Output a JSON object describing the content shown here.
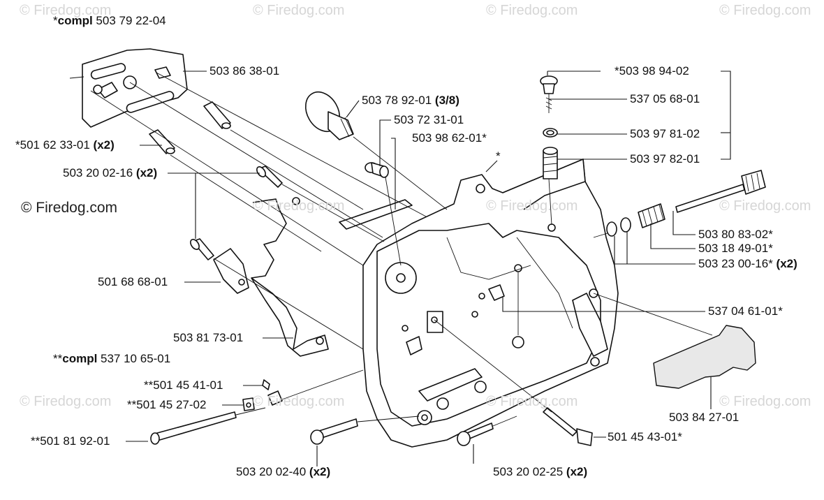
{
  "watermarks": {
    "faint": "© Firedog.com",
    "main": "© Firedog.com"
  },
  "labels": {
    "compl_assembly": {
      "prefix": "*",
      "bold": "compl",
      "number": " 503 79 22-04",
      "qty": ""
    },
    "chain_guide_plate": {
      "prefix": "",
      "bold": "",
      "number": "503 86 38-01",
      "qty": ""
    },
    "spike_pin": {
      "prefix": "*",
      "bold": "",
      "number": "501 62 33-01 ",
      "qty": "(x2)"
    },
    "screw_16_top": {
      "prefix": "",
      "bold": "",
      "number": "503 20 02-16 ",
      "qty": "(x2)"
    },
    "stud_bolt": {
      "prefix": "",
      "bold": "",
      "number": "503 78 92-01 ",
      "qty": "(3/8)"
    },
    "sleeve": {
      "prefix": "",
      "bold": "",
      "number": "503 72 31-01",
      "qty": ""
    },
    "oil_hose": {
      "prefix": "",
      "bold": "",
      "number": "503 98 62-01*",
      "qty": ""
    },
    "star_crankcase": {
      "prefix": "",
      "bold": "",
      "number": "*",
      "qty": ""
    },
    "valve_assembly": {
      "prefix": "*",
      "bold": "",
      "number": "503 98 94-02",
      "qty": ""
    },
    "adjuster_screw": {
      "prefix": "",
      "bold": "",
      "number": "537 05 68-01",
      "qty": ""
    },
    "o_ring": {
      "prefix": "",
      "bold": "",
      "number": "503 97 81-02",
      "qty": ""
    },
    "valve_spring": {
      "prefix": "",
      "bold": "",
      "number": "503 97 82-01",
      "qty": ""
    },
    "pump_shaft": {
      "prefix": "",
      "bold": "",
      "number": "503 80 83-02*",
      "qty": ""
    },
    "spring": {
      "prefix": "",
      "bold": "",
      "number": "503 18 49-01*",
      "qty": ""
    },
    "washer": {
      "prefix": "",
      "bold": "",
      "number": "503 23 00-16* ",
      "qty": "(x2)"
    },
    "bracket": {
      "prefix": "",
      "bold": "",
      "number": "501 68 68-01",
      "qty": ""
    },
    "plug": {
      "prefix": "",
      "bold": "",
      "number": "537 04 61-01*",
      "qty": ""
    },
    "guide_plate": {
      "prefix": "",
      "bold": "",
      "number": "503 81 73-01",
      "qty": ""
    },
    "compl_tensioner": {
      "prefix": "**",
      "bold": "compl",
      "number": " 537 10 65-01",
      "qty": ""
    },
    "tensioner_nut": {
      "prefix": "**",
      "bold": "",
      "number": "501 45 41-01",
      "qty": ""
    },
    "tensioner_plate": {
      "prefix": "**",
      "bold": "",
      "number": "501 45 27-02",
      "qty": ""
    },
    "tensioner_screw": {
      "prefix": "**",
      "bold": "",
      "number": "501 81 92-01",
      "qty": ""
    },
    "rubber_buffer": {
      "prefix": "",
      "bold": "",
      "number": "503 84 27-01",
      "qty": ""
    },
    "pin_screw": {
      "prefix": "",
      "bold": "",
      "number": "501 45 43-01*",
      "qty": ""
    },
    "screw_40": {
      "prefix": "",
      "bold": "",
      "number": "503 20 02-40 ",
      "qty": "(x2)"
    },
    "screw_25": {
      "prefix": "",
      "bold": "",
      "number": "503 20 02-25 ",
      "qty": "(x2)"
    }
  }
}
